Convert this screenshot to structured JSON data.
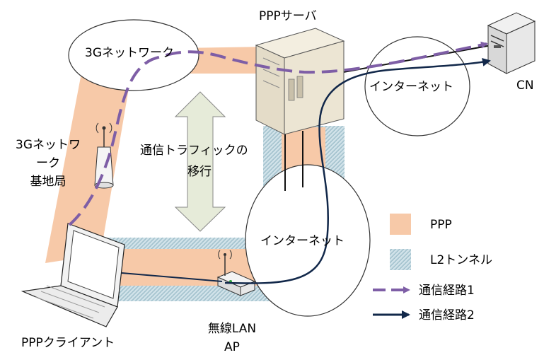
{
  "labels": {
    "ppp_server": "PPPサーバ",
    "network_3g": "3Gネットワーク",
    "internet_top": "インターネット",
    "cn": "CN",
    "base_station_line1": "3Gネットワ",
    "base_station_line2": "ーク",
    "base_station_line3": "基地局",
    "traffic_line1": "通信トラフィックの",
    "traffic_line2": "移行",
    "internet_center": "インターネット",
    "ppp_client": "PPPクライアント",
    "wlan_ap_line1": "無線LAN",
    "wlan_ap_line2": "AP"
  },
  "legend": {
    "ppp": "PPP",
    "l2_tunnel": "L2トンネル",
    "route1": "通信経路1",
    "route2": "通信経路2"
  },
  "colors": {
    "ppp_band": "#f7c9a8",
    "tunnel_hatch": "#9fc2cf",
    "route1": "#7e5ea6",
    "route2": "#12284a"
  },
  "icons": [
    "server-icon",
    "cn-computer-icon",
    "laptop-icon",
    "base-station-antenna-icon",
    "wlan-ap-router-icon"
  ]
}
